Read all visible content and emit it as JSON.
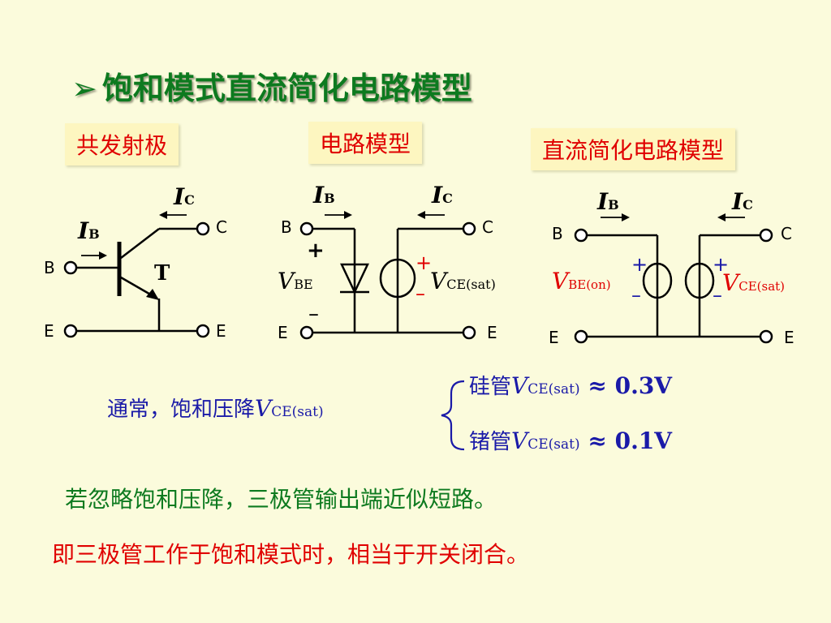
{
  "title": {
    "bullet": "➢",
    "text": "饱和模式直流简化电路模型"
  },
  "boxes": {
    "common_emitter": "共发射极",
    "circuit_model": "电路模型",
    "dc_model": "直流简化电路模型"
  },
  "circuit1": {
    "ic": "I",
    "ic_sub": "C",
    "ib": "I",
    "ib_sub": "B",
    "b": "B",
    "c": "C",
    "e_left": "E",
    "e_right": "E",
    "t": "T"
  },
  "circuit2": {
    "ib": "I",
    "ib_sub": "B",
    "ic": "I",
    "ic_sub": "C",
    "b": "B",
    "c": "C",
    "e_left": "E",
    "e_right": "E",
    "plus": "+",
    "minus": "–",
    "vbe": "V",
    "vbe_sub": "BE",
    "src_plus": "+",
    "src_minus": "–",
    "vce": "V",
    "vce_sub": "CE(sat)"
  },
  "circuit3": {
    "ib": "I",
    "ib_sub": "B",
    "ic": "I",
    "ic_sub": "C",
    "b": "B",
    "c": "C",
    "e_left": "E",
    "e_right": "E",
    "vbe": "V",
    "vbe_sub": "BE(on)",
    "plus1": "+",
    "minus1": "–",
    "plus2": "+",
    "minus2": "–",
    "vce": "V",
    "vce_sub": "CE(sat)"
  },
  "formula": {
    "lead": "通常，饱和压降",
    "v": "V",
    "v_sub": "CE(sat)",
    "si_prefix": "硅管",
    "si_v": "V",
    "si_sub": "CE(sat)",
    "si_val": "≈ 0.3V",
    "ge_prefix": "锗管",
    "ge_v": "V",
    "ge_sub": "CE(sat)",
    "ge_val": "≈ 0.1V"
  },
  "notes": {
    "line1": "若忽略饱和压降，三极管输出端近似短路。",
    "line2": "即三极管工作于饱和模式时，相当于开关闭合。"
  },
  "colors": {
    "title": "#0d7a1f",
    "box_text": "#e00000",
    "blue": "#1a1aa8",
    "red": "#e00000",
    "green": "#0d7a1f"
  }
}
